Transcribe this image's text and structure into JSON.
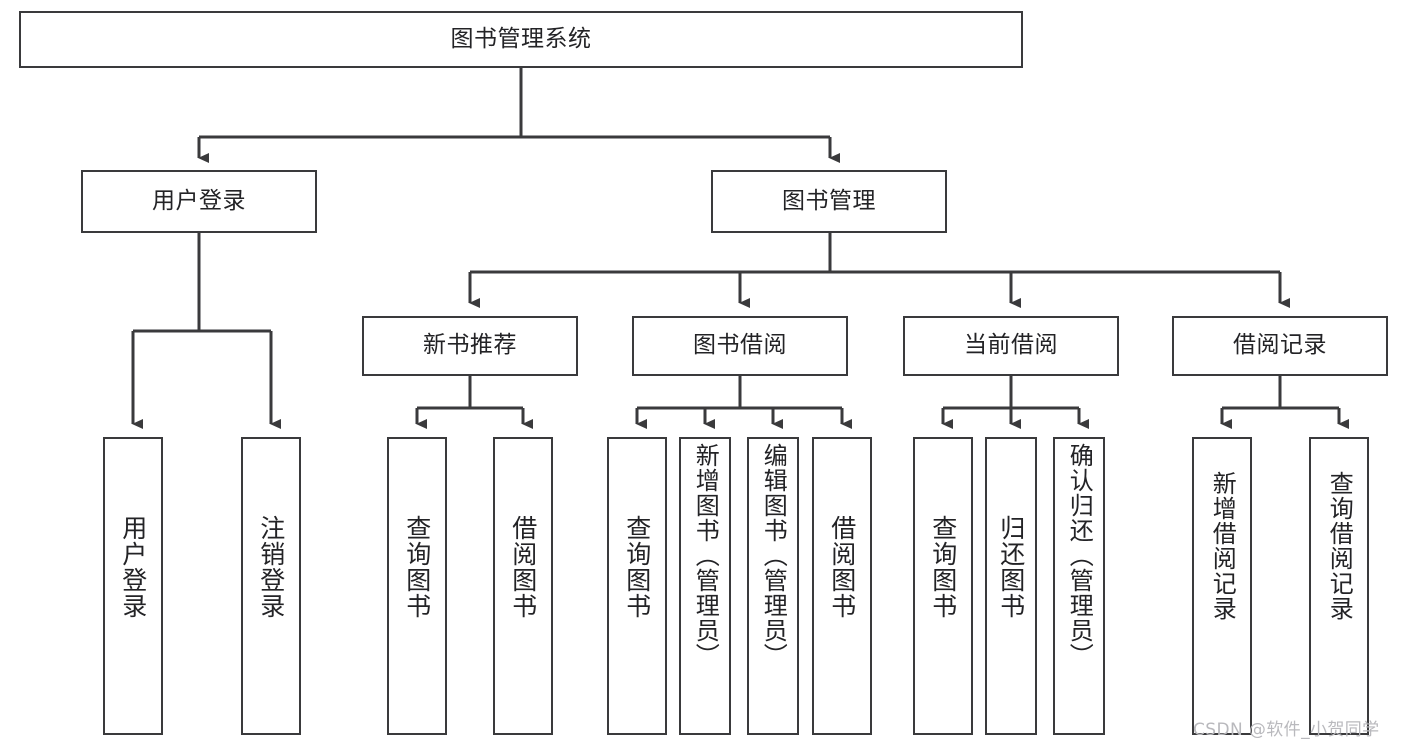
{
  "diagram": {
    "title": "图书管理系统",
    "type": "hierarchy-tree",
    "levels": 4,
    "nodes": {
      "root": {
        "label": "图书管理系统"
      },
      "level2": [
        {
          "label": "用户登录"
        },
        {
          "label": "图书管理"
        }
      ],
      "level3": [
        {
          "label": "新书推荐"
        },
        {
          "label": "图书借阅"
        },
        {
          "label": "当前借阅"
        },
        {
          "label": "借阅记录"
        }
      ],
      "leaves": {
        "user_login": [
          {
            "label": "用户登录"
          },
          {
            "label": "注销登录"
          }
        ],
        "new_book_recommend": [
          {
            "label": "查询图书"
          },
          {
            "label": "借阅图书"
          }
        ],
        "book_borrow": [
          {
            "label": "查询图书"
          },
          {
            "label": "新增图书（管理员）"
          },
          {
            "label": "编辑图书（管理员）"
          },
          {
            "label": "借阅图书"
          }
        ],
        "current_borrow": [
          {
            "label": "查询图书"
          },
          {
            "label": "归还图书"
          },
          {
            "label": "确认归还（管理员）"
          }
        ],
        "borrow_record": [
          {
            "label": "新增借阅记录"
          },
          {
            "label": "查询借阅记录"
          }
        ]
      }
    },
    "colors": {
      "border": "#3a3a3c",
      "text": "#232326",
      "background": "#ffffff",
      "watermark": "#b9b9bd"
    }
  },
  "watermark": {
    "text": "CSDN @软件_小贺同学"
  }
}
